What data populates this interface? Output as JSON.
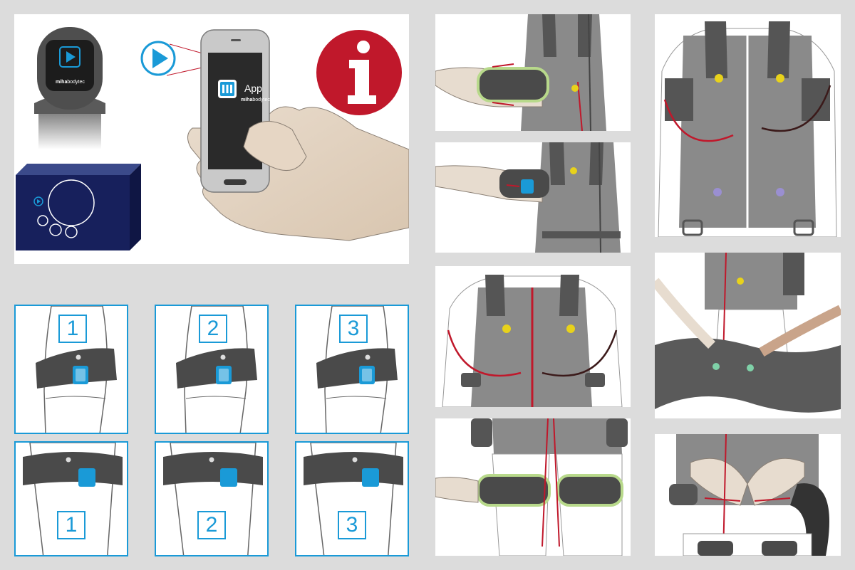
{
  "hero": {
    "app_label": "App",
    "brand_name": "miha",
    "brand_suffix": "bodytec",
    "info_glyph": "i",
    "icons": [
      "play-icon",
      "info-icon",
      "app-icon"
    ]
  },
  "arm_steps": {
    "labels": [
      "1",
      "2",
      "3"
    ]
  },
  "leg_steps": {
    "labels": [
      "1",
      "2",
      "3"
    ]
  },
  "colors": {
    "accent_blue": "#1a9ad7",
    "info_red": "#c0182b",
    "suit_grey": "#7a7a7a",
    "box_navy": "#17205c",
    "cable_red": "#c0182b"
  }
}
